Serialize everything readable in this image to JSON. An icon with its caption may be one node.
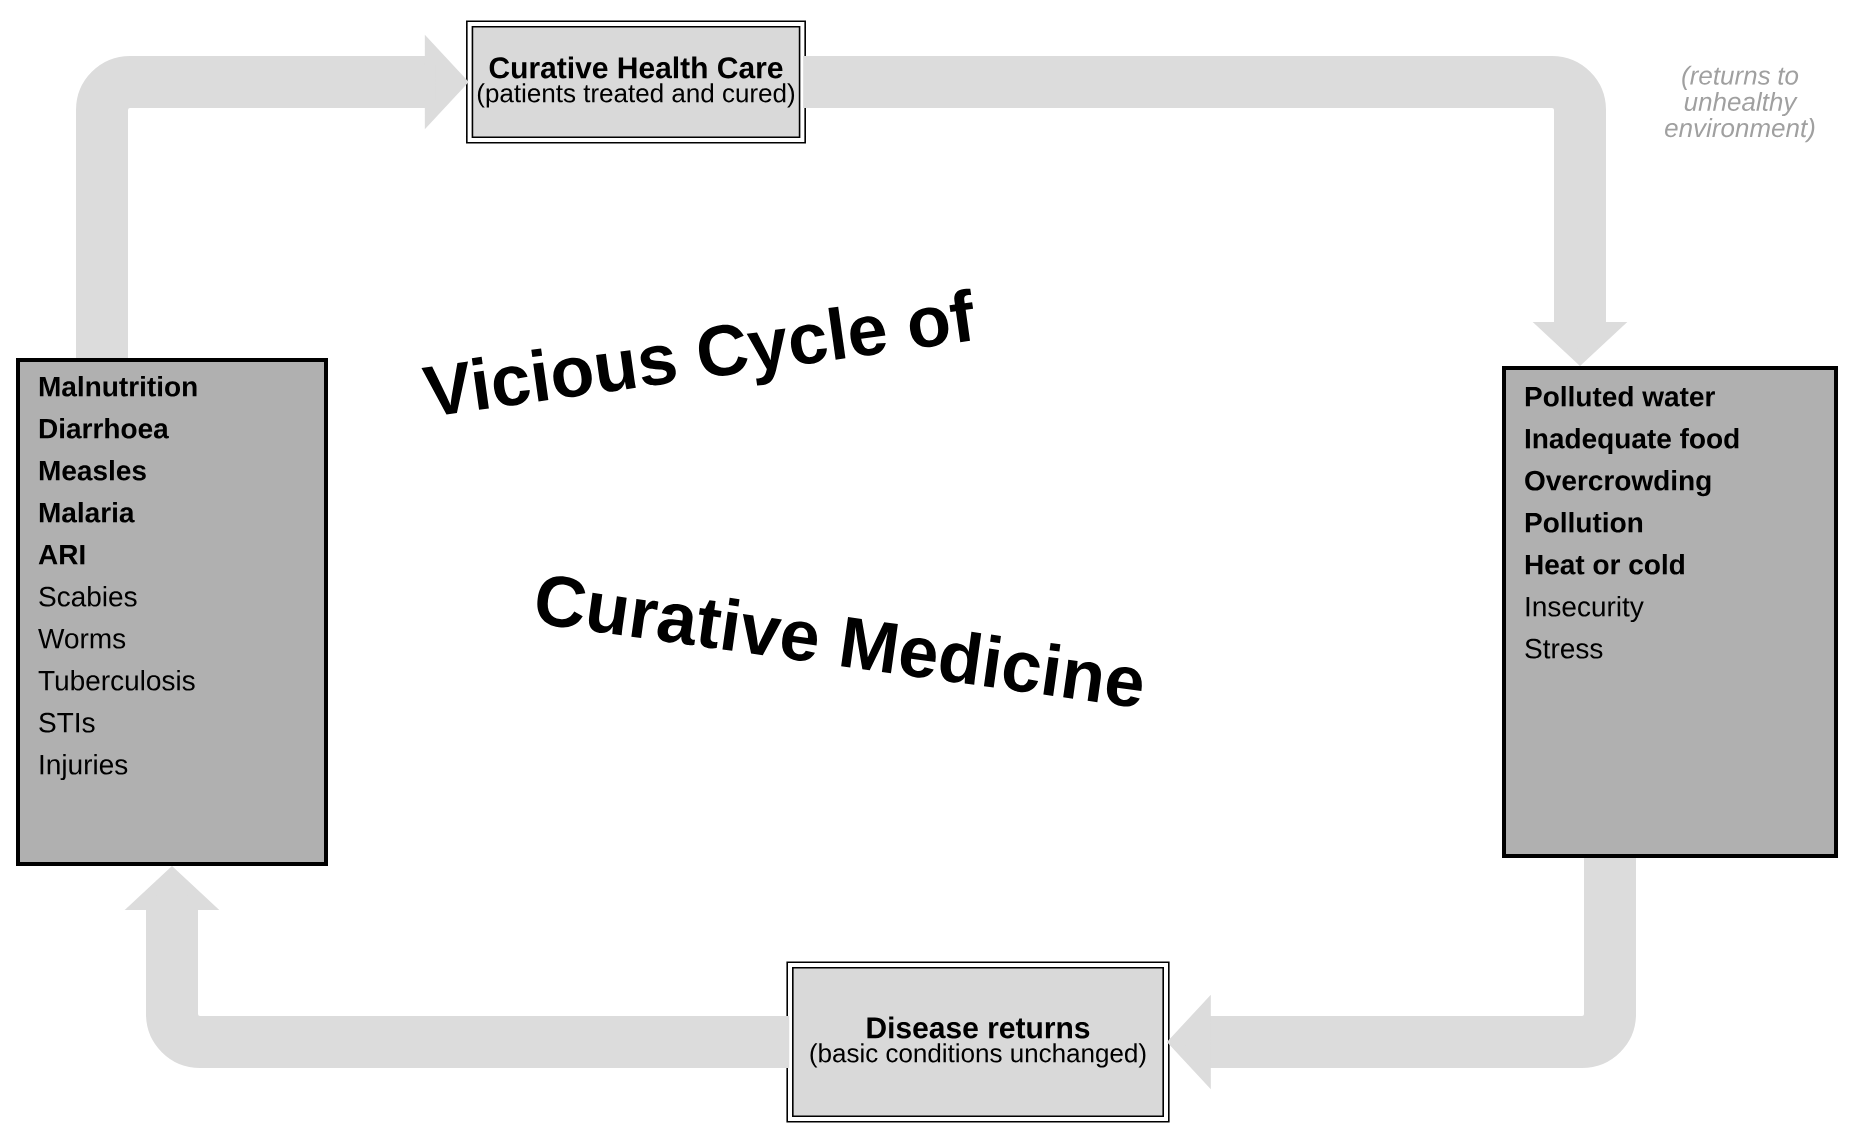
{
  "diagram": {
    "nodes": [
      {
        "text": [
          "Curative Health Care",
          "(patients treated and cured)"
        ]
      },
      {
        "text": [
          "Malnutrition",
          "Diarrhoea",
          "Measles",
          "Malaria",
          "ARI",
          "Scabies",
          "Worms",
          "Tuberculosis",
          "STIs",
          "Injuries"
        ]
      },
      {
        "text": [
          "Polluted water",
          "Inadequate food",
          "Overcrowding",
          "Pollution",
          "Heat or cold",
          "Insecurity",
          "Stress"
        ]
      },
      {
        "text": [
          "Disease returns",
          "(basic conditions unchanged)"
        ]
      }
    ],
    "edges": [
      {
        "from": 1,
        "to": 0,
        "arrow": "to"
      },
      {
        "from": 0,
        "to": 2,
        "arrow": "to"
      },
      {
        "from": 2,
        "to": 3,
        "arrow": "to"
      },
      {
        "from": 3,
        "to": 1,
        "arrow": "to"
      }
    ],
    "labels": [
      "(returns to unhealthy environment)",
      "Vicious Cycle of",
      "Curative Medicine"
    ]
  }
}
